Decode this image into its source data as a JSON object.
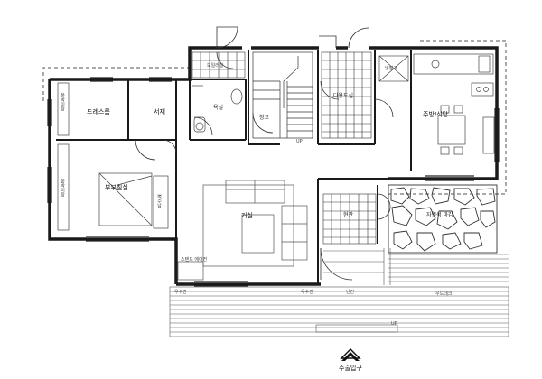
{
  "rooms": {
    "dressing": "드레스룸",
    "study": "서재",
    "bathroom": "욕실",
    "utility": "보일러실",
    "storage": "창고",
    "laundry": "다용도실",
    "pantry": "냉장고",
    "kitchen": "주방/식당",
    "master_bedroom": "부부침실",
    "living": "거실",
    "entrance": "현관",
    "garden": "자연석 마감",
    "deck": "우드데크",
    "wardrobe": "붙박이장",
    "closet": "붙박이장",
    "wall_storage": "벽수납",
    "aircon": "스탠드 에어컨"
  },
  "labels": {
    "up_stair": "UP",
    "up_deck": "UP",
    "slope_1": "우수관",
    "slope_2": "우수관",
    "rail": "난간",
    "main_entrance": "주출입구"
  },
  "colors": {
    "wall": "#1a1a1a",
    "line": "#444444",
    "dash": "#555555",
    "tile": "#333333"
  },
  "icons": {
    "entrance_arrow": "up-chevron-icon"
  }
}
